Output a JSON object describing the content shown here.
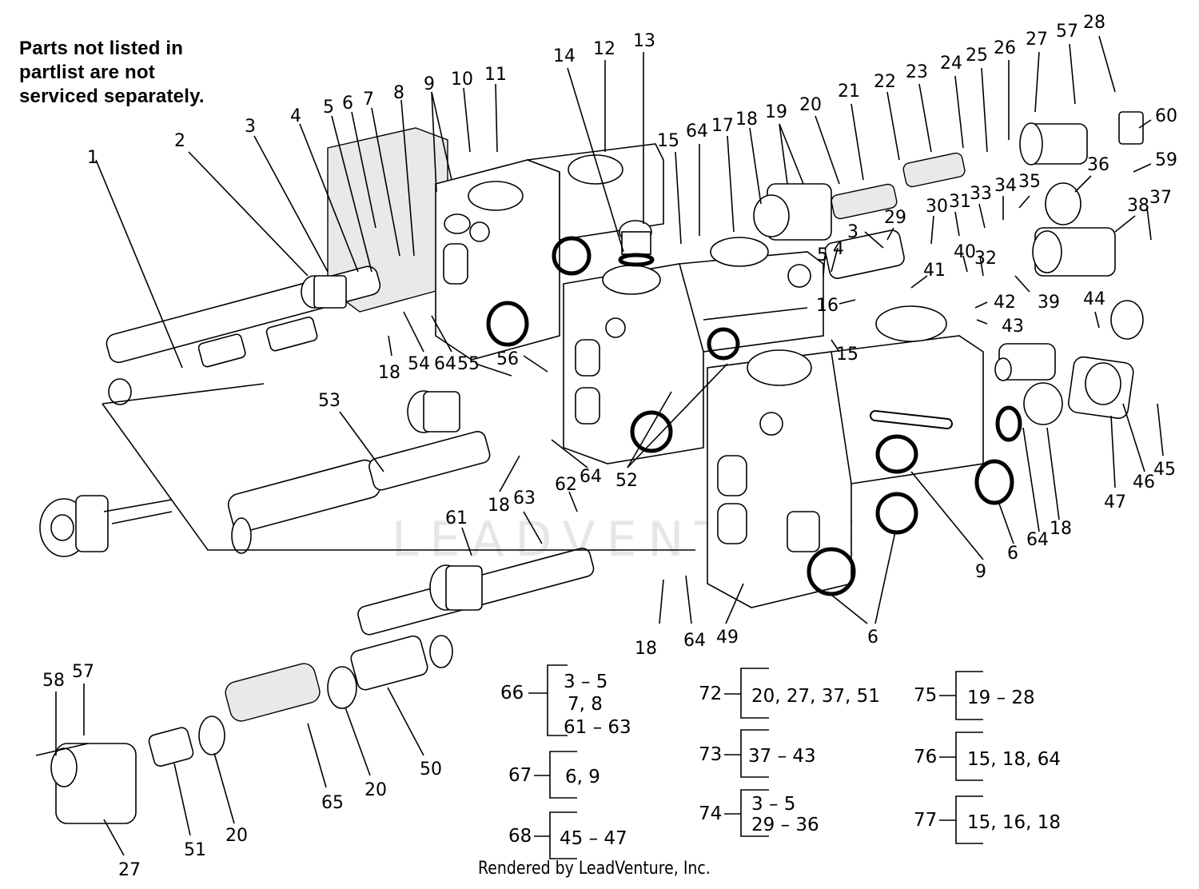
{
  "note": {
    "line1": "Parts not listed in",
    "line2": "partlist are not",
    "line3": "serviced separately."
  },
  "watermark": "LEADVENTURE",
  "footer": "Rendered by LeadVenture, Inc.",
  "callouts": [
    {
      "id": "c1",
      "label": "1"
    },
    {
      "id": "c2",
      "label": "2"
    },
    {
      "id": "c3",
      "label": "3"
    },
    {
      "id": "c4",
      "label": "4"
    },
    {
      "id": "c5",
      "label": "5"
    },
    {
      "id": "c6",
      "label": "6"
    },
    {
      "id": "c7",
      "label": "7"
    },
    {
      "id": "c8",
      "label": "8"
    },
    {
      "id": "c9",
      "label": "9"
    },
    {
      "id": "c10",
      "label": "10"
    },
    {
      "id": "c11",
      "label": "11"
    },
    {
      "id": "c12",
      "label": "12"
    },
    {
      "id": "c13",
      "label": "13"
    },
    {
      "id": "c14",
      "label": "14"
    },
    {
      "id": "c15",
      "label": "15"
    },
    {
      "id": "c64a",
      "label": "64"
    },
    {
      "id": "c17",
      "label": "17"
    },
    {
      "id": "c18a",
      "label": "18"
    },
    {
      "id": "c19",
      "label": "19"
    },
    {
      "id": "c20a",
      "label": "20"
    },
    {
      "id": "c21",
      "label": "21"
    },
    {
      "id": "c22",
      "label": "22"
    },
    {
      "id": "c23",
      "label": "23"
    },
    {
      "id": "c24",
      "label": "24"
    },
    {
      "id": "c25",
      "label": "25"
    },
    {
      "id": "c26",
      "label": "26"
    },
    {
      "id": "c27a",
      "label": "27"
    },
    {
      "id": "c57a",
      "label": "57"
    },
    {
      "id": "c28",
      "label": "28"
    },
    {
      "id": "c60",
      "label": "60"
    },
    {
      "id": "c59",
      "label": "59"
    },
    {
      "id": "c36",
      "label": "36"
    },
    {
      "id": "c37",
      "label": "37"
    },
    {
      "id": "c38",
      "label": "38"
    },
    {
      "id": "c35",
      "label": "35"
    },
    {
      "id": "c34",
      "label": "34"
    },
    {
      "id": "c33",
      "label": "33"
    },
    {
      "id": "c31",
      "label": "31"
    },
    {
      "id": "c30",
      "label": "30"
    },
    {
      "id": "c29",
      "label": "29"
    },
    {
      "id": "c3b",
      "label": "3"
    },
    {
      "id": "c4b",
      "label": "4"
    },
    {
      "id": "c5b",
      "label": "5"
    },
    {
      "id": "c32",
      "label": "32"
    },
    {
      "id": "c40",
      "label": "40"
    },
    {
      "id": "c41",
      "label": "41"
    },
    {
      "id": "c39",
      "label": "39"
    },
    {
      "id": "c42",
      "label": "42"
    },
    {
      "id": "c43",
      "label": "43"
    },
    {
      "id": "c44",
      "label": "44"
    },
    {
      "id": "c16",
      "label": "16"
    },
    {
      "id": "c15b",
      "label": "15"
    },
    {
      "id": "c18b",
      "label": "18"
    },
    {
      "id": "c54",
      "label": "54"
    },
    {
      "id": "c64b",
      "label": "64"
    },
    {
      "id": "c55",
      "label": "55"
    },
    {
      "id": "c56",
      "label": "56"
    },
    {
      "id": "c53",
      "label": "53"
    },
    {
      "id": "c18c",
      "label": "18"
    },
    {
      "id": "c63",
      "label": "63"
    },
    {
      "id": "c62",
      "label": "62"
    },
    {
      "id": "c64c",
      "label": "64"
    },
    {
      "id": "c52",
      "label": "52"
    },
    {
      "id": "c61",
      "label": "61"
    },
    {
      "id": "c9b",
      "label": "9"
    },
    {
      "id": "c6b",
      "label": "6"
    },
    {
      "id": "c64d",
      "label": "64"
    },
    {
      "id": "c18d",
      "label": "18"
    },
    {
      "id": "c47",
      "label": "47"
    },
    {
      "id": "c46",
      "label": "46"
    },
    {
      "id": "c45",
      "label": "45"
    },
    {
      "id": "c18e",
      "label": "18"
    },
    {
      "id": "c64e",
      "label": "64"
    },
    {
      "id": "c49",
      "label": "49"
    },
    {
      "id": "c6c",
      "label": "6"
    },
    {
      "id": "c58",
      "label": "58"
    },
    {
      "id": "c57b",
      "label": "57"
    },
    {
      "id": "c27b",
      "label": "27"
    },
    {
      "id": "c51",
      "label": "51"
    },
    {
      "id": "c20b",
      "label": "20"
    },
    {
      "id": "c65",
      "label": "65"
    },
    {
      "id": "c20c",
      "label": "20"
    },
    {
      "id": "c50",
      "label": "50"
    }
  ],
  "kits": [
    {
      "id": "k66",
      "number": "66",
      "lines": [
        "3 – 5",
        "7, 8",
        "61 – 63"
      ]
    },
    {
      "id": "k67",
      "number": "67",
      "lines": [
        "6, 9"
      ]
    },
    {
      "id": "k68",
      "number": "68",
      "lines": [
        "45 – 47"
      ]
    },
    {
      "id": "k72",
      "number": "72",
      "lines": [
        "20, 27, 37, 51"
      ]
    },
    {
      "id": "k73",
      "number": "73",
      "lines": [
        "37 – 43"
      ]
    },
    {
      "id": "k74",
      "number": "74",
      "lines": [
        "3 – 5",
        "29 – 36"
      ]
    },
    {
      "id": "k75",
      "number": "75",
      "lines": [
        "19 – 28"
      ]
    },
    {
      "id": "k76",
      "number": "76",
      "lines": [
        "15, 18, 64"
      ]
    },
    {
      "id": "k77",
      "number": "77",
      "lines": [
        "15, 16, 18"
      ]
    }
  ]
}
